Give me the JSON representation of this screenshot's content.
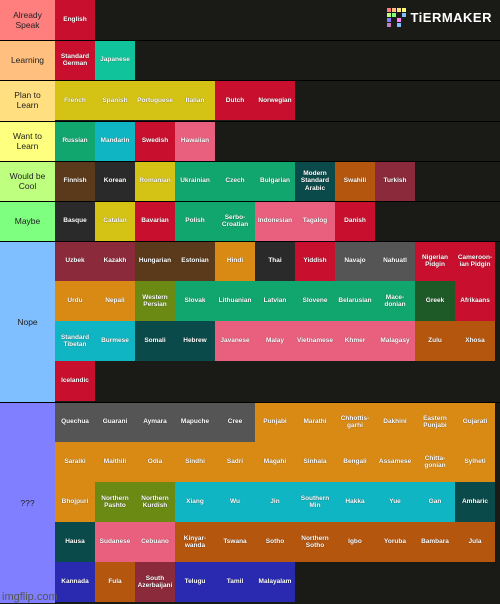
{
  "logo": {
    "text": "TiERMAKER"
  },
  "watermark": "imgflip.com",
  "tiers": [
    {
      "label": "Already Speak",
      "color": "#ff7f7f",
      "items": [
        {
          "name": "English",
          "color": "#c8102e"
        }
      ]
    },
    {
      "label": "Learning",
      "color": "#ffbf7f",
      "items": [
        {
          "name": "Standard German",
          "color": "#c8102e"
        },
        {
          "name": "Japanese",
          "color": "#10c39a"
        }
      ]
    },
    {
      "label": "Plan to Learn",
      "color": "#ffdf7f",
      "items": [
        {
          "name": "French",
          "color": "#d4c214"
        },
        {
          "name": "Spanish",
          "color": "#d4c214"
        },
        {
          "name": "Portuguese",
          "color": "#d4c214"
        },
        {
          "name": "Italian",
          "color": "#d4c214"
        },
        {
          "name": "Dutch",
          "color": "#c8102e"
        },
        {
          "name": "Norwegian",
          "color": "#c8102e"
        }
      ]
    },
    {
      "label": "Want to Learn",
      "color": "#ffff7f",
      "items": [
        {
          "name": "Russian",
          "color": "#12a66f"
        },
        {
          "name": "Mandarin",
          "color": "#0fb5c2"
        },
        {
          "name": "Swedish",
          "color": "#c8102e"
        },
        {
          "name": "Hawaiian",
          "color": "#e8607e"
        }
      ]
    },
    {
      "label": "Would be Cool",
      "color": "#bfff7f",
      "items": [
        {
          "name": "Finnish",
          "color": "#5a3a1a"
        },
        {
          "name": "Korean",
          "color": "#2a2a2a"
        },
        {
          "name": "Romanian",
          "color": "#d4c214"
        },
        {
          "name": "Ukrainian",
          "color": "#12a66f"
        },
        {
          "name": "Czech",
          "color": "#12a66f"
        },
        {
          "name": "Bulgarian",
          "color": "#12a66f"
        },
        {
          "name": "Modern Standard Arabic",
          "color": "#0b4a4a"
        },
        {
          "name": "Swahili",
          "color": "#b5560e"
        },
        {
          "name": "Turkish",
          "color": "#8a2a3a"
        }
      ]
    },
    {
      "label": "Maybe",
      "color": "#7fff7f",
      "items": [
        {
          "name": "Basque",
          "color": "#2a2a2a"
        },
        {
          "name": "Catalan",
          "color": "#d4c214"
        },
        {
          "name": "Bavarian",
          "color": "#c8102e"
        },
        {
          "name": "Polish",
          "color": "#12a66f"
        },
        {
          "name": "Serbo-Croatian",
          "color": "#12a66f"
        },
        {
          "name": "Indonesian",
          "color": "#e8607e"
        },
        {
          "name": "Tagalog",
          "color": "#e8607e"
        },
        {
          "name": "Danish",
          "color": "#c8102e"
        }
      ]
    },
    {
      "label": "Nope",
      "color": "#7fbfff",
      "items": [
        {
          "name": "Uzbek",
          "color": "#8a2a3a"
        },
        {
          "name": "Kazakh",
          "color": "#8a2a3a"
        },
        {
          "name": "Hungarian",
          "color": "#5a3a1a"
        },
        {
          "name": "Estonian",
          "color": "#5a3a1a"
        },
        {
          "name": "Hindi",
          "color": "#d98a14"
        },
        {
          "name": "Thai",
          "color": "#2a2a2a"
        },
        {
          "name": "Yiddish",
          "color": "#c8102e"
        },
        {
          "name": "Navajo",
          "color": "#555555"
        },
        {
          "name": "Nahuatl",
          "color": "#555555"
        },
        {
          "name": "Nigerian Pidgin",
          "color": "#c8102e"
        },
        {
          "name": "Cameroon-ian Pidgin",
          "color": "#c8102e"
        },
        {
          "name": "Urdu",
          "color": "#d98a14"
        },
        {
          "name": "Nepali",
          "color": "#d98a14"
        },
        {
          "name": "Western Persian",
          "color": "#6a8a14"
        },
        {
          "name": "Slovak",
          "color": "#12a66f"
        },
        {
          "name": "Lithuanian",
          "color": "#12a66f"
        },
        {
          "name": "Latvian",
          "color": "#12a66f"
        },
        {
          "name": "Slovene",
          "color": "#12a66f"
        },
        {
          "name": "Belarusian",
          "color": "#12a66f"
        },
        {
          "name": "Mace-donian",
          "color": "#12a66f"
        },
        {
          "name": "Greek",
          "color": "#1e5a28"
        },
        {
          "name": "Afrikaans",
          "color": "#c8102e"
        },
        {
          "name": "Standard Tibetan",
          "color": "#0fb5c2"
        },
        {
          "name": "Burmese",
          "color": "#0fb5c2"
        },
        {
          "name": "Somali",
          "color": "#0b4a4a"
        },
        {
          "name": "Hebrew",
          "color": "#0b4a4a"
        },
        {
          "name": "Javanese",
          "color": "#e8607e"
        },
        {
          "name": "Malay",
          "color": "#e8607e"
        },
        {
          "name": "Vietnamese",
          "color": "#e8607e"
        },
        {
          "name": "Khmer",
          "color": "#e8607e"
        },
        {
          "name": "Malagasy",
          "color": "#e8607e"
        },
        {
          "name": "Zulu",
          "color": "#b5560e"
        },
        {
          "name": "Xhosa",
          "color": "#b5560e"
        },
        {
          "name": "Icelandic",
          "color": "#c8102e"
        }
      ]
    },
    {
      "label": "???",
      "color": "#7f7fff",
      "items": [
        {
          "name": "Quechua",
          "color": "#555555"
        },
        {
          "name": "Guarani",
          "color": "#555555"
        },
        {
          "name": "Aymara",
          "color": "#555555"
        },
        {
          "name": "Mapuche",
          "color": "#555555"
        },
        {
          "name": "Cree",
          "color": "#555555"
        },
        {
          "name": "Punjabi",
          "color": "#d98a14"
        },
        {
          "name": "Marathi",
          "color": "#d98a14"
        },
        {
          "name": "Chhottis-garhi",
          "color": "#d98a14"
        },
        {
          "name": "Dakhini",
          "color": "#d98a14"
        },
        {
          "name": "Eastern Punjabi",
          "color": "#d98a14"
        },
        {
          "name": "Gujarati",
          "color": "#d98a14"
        },
        {
          "name": "Saraiki",
          "color": "#d98a14"
        },
        {
          "name": "Maithili",
          "color": "#d98a14"
        },
        {
          "name": "Odia",
          "color": "#d98a14"
        },
        {
          "name": "Sindhi",
          "color": "#d98a14"
        },
        {
          "name": "Sadri",
          "color": "#d98a14"
        },
        {
          "name": "Magahi",
          "color": "#d98a14"
        },
        {
          "name": "Sinhala",
          "color": "#d98a14"
        },
        {
          "name": "Bengali",
          "color": "#d98a14"
        },
        {
          "name": "Assamese",
          "color": "#d98a14"
        },
        {
          "name": "Chitta-gonian",
          "color": "#d98a14"
        },
        {
          "name": "Sylheti",
          "color": "#d98a14"
        },
        {
          "name": "Bhojpuri",
          "color": "#d98a14"
        },
        {
          "name": "Northern Pashto",
          "color": "#6a8a14"
        },
        {
          "name": "Northern Kurdish",
          "color": "#6a8a14"
        },
        {
          "name": "Xiang",
          "color": "#0fb5c2"
        },
        {
          "name": "Wu",
          "color": "#0fb5c2"
        },
        {
          "name": "Jin",
          "color": "#0fb5c2"
        },
        {
          "name": "Southern Min",
          "color": "#0fb5c2"
        },
        {
          "name": "Hakka",
          "color": "#0fb5c2"
        },
        {
          "name": "Yue",
          "color": "#0fb5c2"
        },
        {
          "name": "Gan",
          "color": "#0fb5c2"
        },
        {
          "name": "Amharic",
          "color": "#0b4a4a"
        },
        {
          "name": "Hausa",
          "color": "#0b4a4a"
        },
        {
          "name": "Sudanese",
          "color": "#e8607e"
        },
        {
          "name": "Cebuano",
          "color": "#e8607e"
        },
        {
          "name": "Kinyar-wanda",
          "color": "#b5560e"
        },
        {
          "name": "Tswana",
          "color": "#b5560e"
        },
        {
          "name": "Sotho",
          "color": "#b5560e"
        },
        {
          "name": "Northern Sotho",
          "color": "#b5560e"
        },
        {
          "name": "Igbo",
          "color": "#b5560e"
        },
        {
          "name": "Yoruba",
          "color": "#b5560e"
        },
        {
          "name": "Bambara",
          "color": "#b5560e"
        },
        {
          "name": "Jula",
          "color": "#b5560e"
        },
        {
          "name": "Kannada",
          "color": "#2a2ab0"
        },
        {
          "name": "Fula",
          "color": "#b5560e"
        },
        {
          "name": "South Azerbaijani",
          "color": "#8a2a3a"
        },
        {
          "name": "Telugu",
          "color": "#2a2ab0"
        },
        {
          "name": "Tamil",
          "color": "#2a2ab0"
        },
        {
          "name": "Malayalam",
          "color": "#2a2ab0"
        }
      ]
    }
  ]
}
